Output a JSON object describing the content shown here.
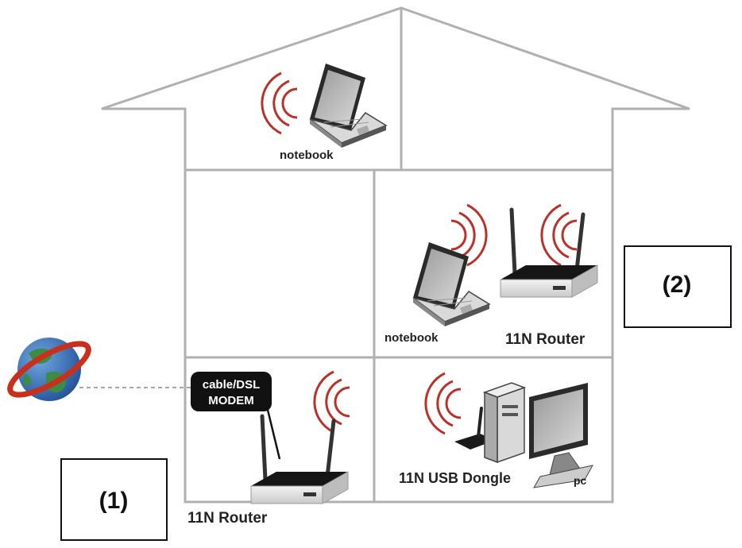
{
  "labels": {
    "notebook_attic": "notebook",
    "notebook_room": "notebook",
    "router_room": "11N Router",
    "router_ground": "11N Router",
    "usb_dongle": "11N USB Dongle",
    "pc": "pc",
    "modem_line1": "cable/DSL",
    "modem_line2": "MODEM",
    "box1": "(1)",
    "box2": "(2)"
  },
  "colors": {
    "house_outline": "#b0b0b0",
    "wave": "#b8322a",
    "modem_bg": "#111111",
    "device_dark": "#1a1a1a",
    "device_light": "#e8e8e8",
    "globe_blue": "#2f6fb8",
    "globe_green": "#3c8c45",
    "ring": "#c8301c"
  },
  "icons": [
    "globe-icon",
    "laptop-icon",
    "router-icon",
    "pc-icon",
    "usb-dongle-icon",
    "wifi-waves-icon"
  ]
}
